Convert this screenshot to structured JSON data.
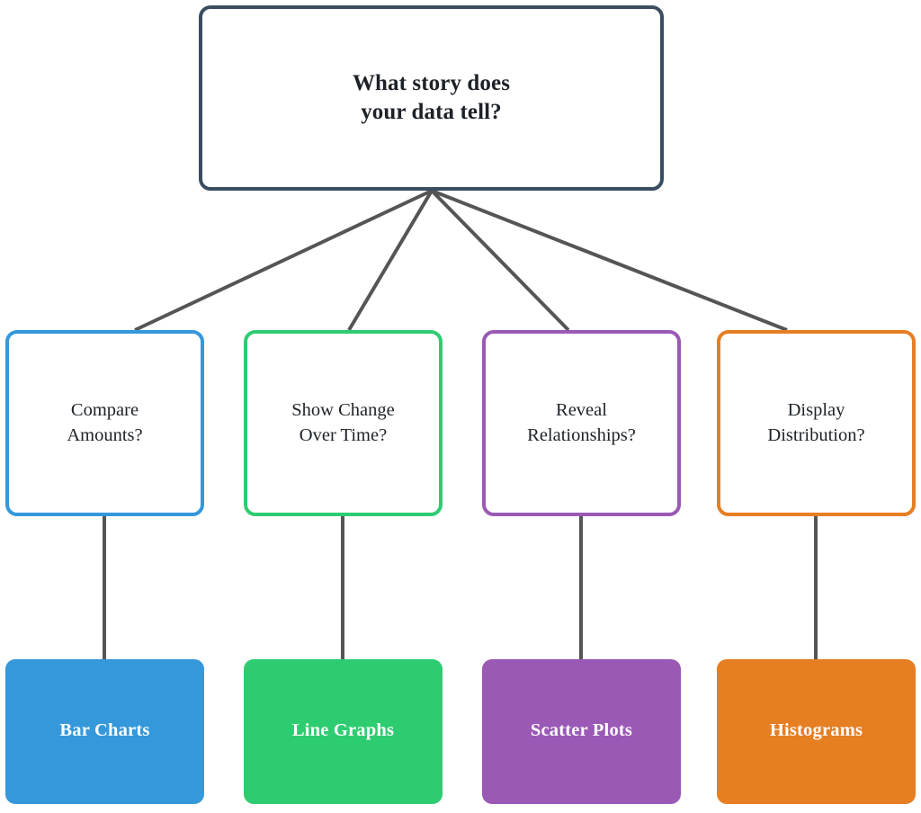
{
  "diagram": {
    "title_node": {
      "id": "root-question",
      "label": "What story does\nyour data tell?",
      "border_color": "#3b4d61",
      "fill_color": "#ffffff",
      "text_color": "#1d2228"
    },
    "branches": [
      {
        "id": "compare-amounts",
        "decision_label": "Compare\nAmounts?",
        "result_label": "Bar Charts",
        "color": "#3498db"
      },
      {
        "id": "show-change-over-time",
        "decision_label": "Show Change\nOver Time?",
        "result_label": "Line Graphs",
        "color": "#2ecc71"
      },
      {
        "id": "reveal-relationships",
        "decision_label": "Reveal\nRelationships?",
        "result_label": "Scatter Plots",
        "color": "#9b59b6"
      },
      {
        "id": "display-distribution",
        "decision_label": "Display\nDistribution?",
        "result_label": "Histograms",
        "color": "#e67e22"
      }
    ],
    "connector_color": "#555555",
    "background_color": "#ffffff"
  }
}
